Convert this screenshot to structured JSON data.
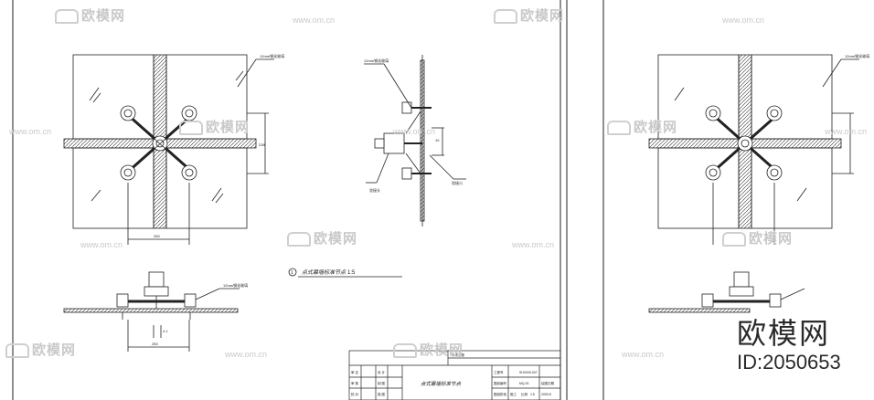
{
  "watermark": {
    "brand": "欧模网",
    "url": "www.om.cn"
  },
  "brand_large": "欧模网",
  "id_label": "ID:2050653",
  "drawing": {
    "node_title_number": "1",
    "node_title": "点式幕墙标准节点",
    "node_scale": "1:5",
    "dim_horizontal": "250",
    "dim_vertical_right": "238",
    "dim_bottom": "250",
    "dim_bottom_small": "4.1",
    "dim_side": "10",
    "label_glass": "12mm钢化玻璃",
    "label_glass_side": "12mm钢化玻璃",
    "label_bolt": "驳接头",
    "label_arm": "驳接爪",
    "label_glass_bottom": "12mm钢化玻璃",
    "label_glass_right": "12mm钢化玻璃"
  },
  "title_block": {
    "drawing_name": "点式幕墙标准节点",
    "row1_left": "审 定",
    "row1_mid": "设 计",
    "row2_left": "审 核",
    "row2_mid": "制 图",
    "row3_left": "校 对",
    "row3_mid": "描 图",
    "project_label": "工程号",
    "project_value": "SH2009-007",
    "drawing_no_label": "图纸编号",
    "drawing_no_value": "MQ-01",
    "stage_label": "图纸阶段",
    "stage_value": "施工",
    "scale_label": "比例",
    "scale_value": "1:5",
    "date_label": "绘图日期",
    "date_value": "2009.8",
    "sub_label": "分项工程"
  }
}
